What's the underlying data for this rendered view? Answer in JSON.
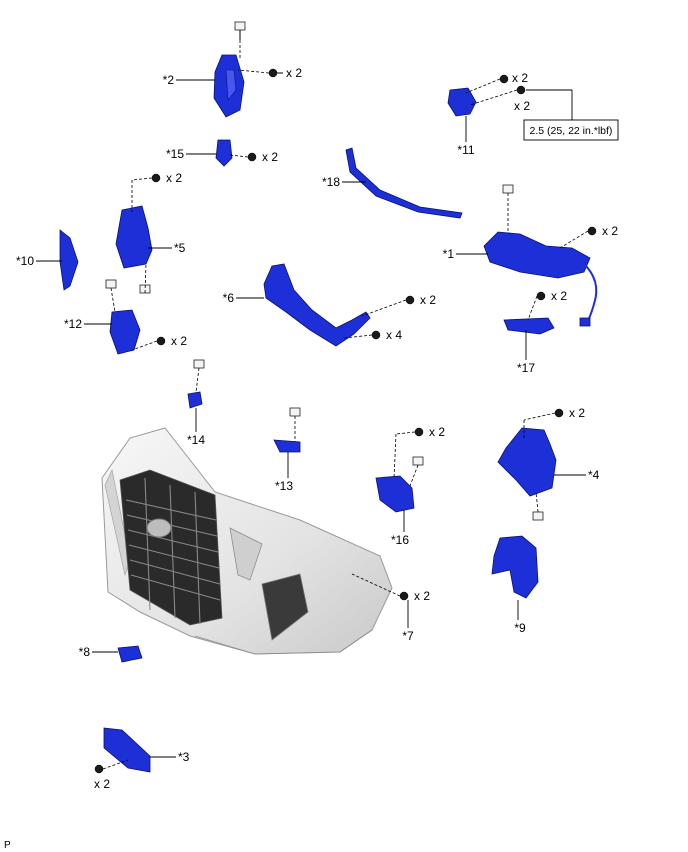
{
  "labels": {
    "p1": "*1",
    "p2": "*2",
    "p3": "*3",
    "p4": "*4",
    "p5": "*5",
    "p6": "*6",
    "p7": "*7",
    "p8": "*8",
    "p9": "*9",
    "p10": "*10",
    "p11": "*11",
    "p12": "*12",
    "p13": "*13",
    "p14": "*14",
    "p15": "*15",
    "p16": "*16",
    "p17": "*17",
    "p18": "*18"
  },
  "quantities": {
    "x2": "x 2",
    "x4": "x 4"
  },
  "torque": "2.5 (25, 22 in.*lbf)",
  "footer_code": "P",
  "colors": {
    "part": "#1d2fd6",
    "bumper": "#e6e6e6"
  }
}
